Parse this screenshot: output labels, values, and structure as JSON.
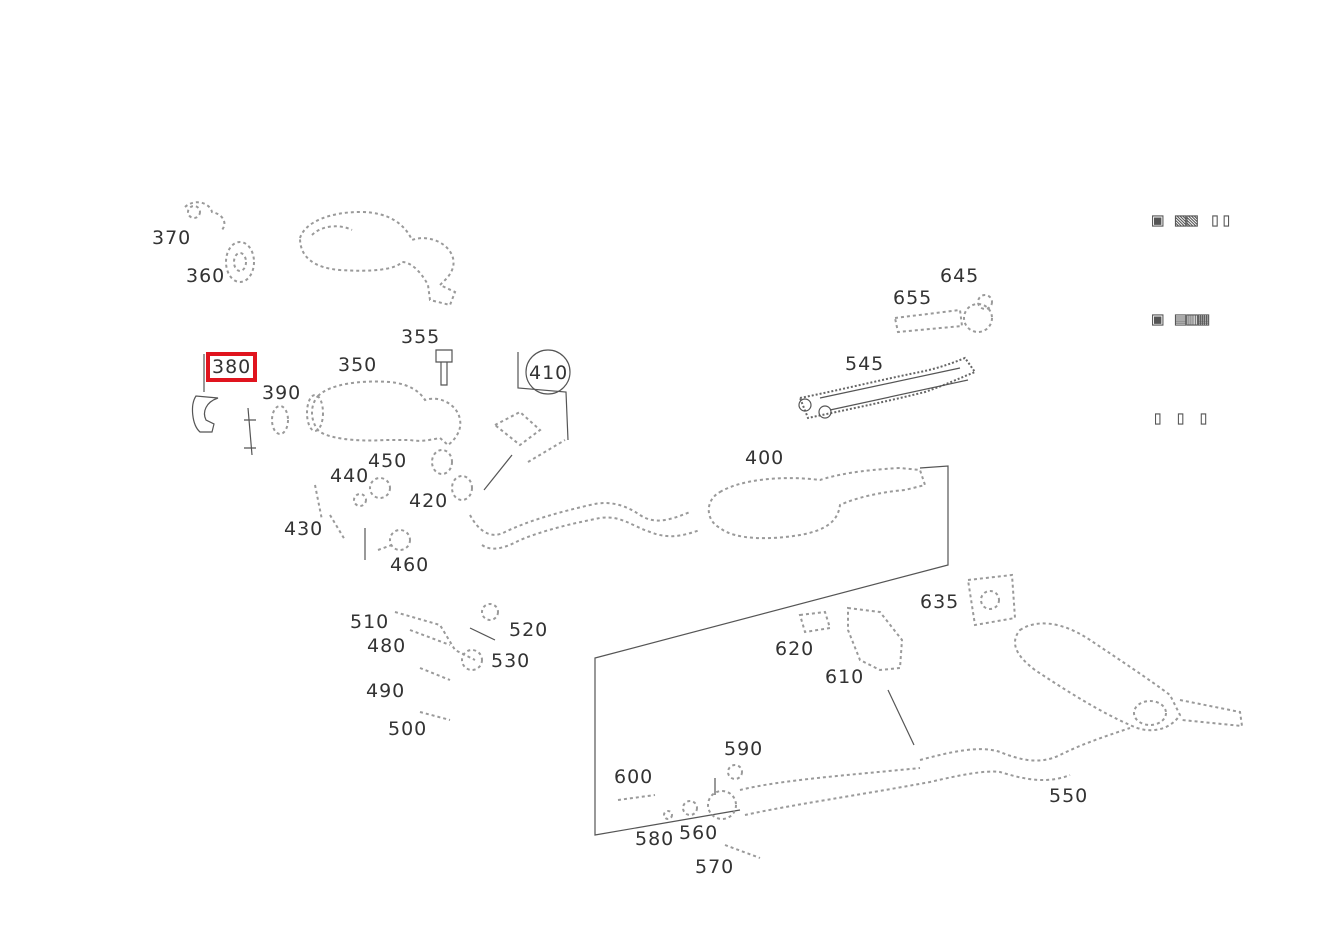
{
  "diagram": {
    "selected_part": "380",
    "legend_lines": [
      "▣ ▧▧ ▯▯",
      "▣ ▤▥▦",
      "▯ ▯ ▯"
    ],
    "labels": [
      {
        "id": "370",
        "text": "370"
      },
      {
        "id": "360",
        "text": "360"
      },
      {
        "id": "380",
        "text": "380"
      },
      {
        "id": "390",
        "text": "390"
      },
      {
        "id": "350",
        "text": "350"
      },
      {
        "id": "355",
        "text": "355"
      },
      {
        "id": "410",
        "text": "410"
      },
      {
        "id": "440",
        "text": "440"
      },
      {
        "id": "450",
        "text": "450"
      },
      {
        "id": "420",
        "text": "420"
      },
      {
        "id": "430",
        "text": "430"
      },
      {
        "id": "460",
        "text": "460"
      },
      {
        "id": "400",
        "text": "400"
      },
      {
        "id": "545",
        "text": "545"
      },
      {
        "id": "645",
        "text": "645"
      },
      {
        "id": "655",
        "text": "655"
      },
      {
        "id": "510",
        "text": "510"
      },
      {
        "id": "520",
        "text": "520"
      },
      {
        "id": "480",
        "text": "480"
      },
      {
        "id": "530",
        "text": "530"
      },
      {
        "id": "490",
        "text": "490"
      },
      {
        "id": "500",
        "text": "500"
      },
      {
        "id": "635",
        "text": "635"
      },
      {
        "id": "620",
        "text": "620"
      },
      {
        "id": "610",
        "text": "610"
      },
      {
        "id": "590",
        "text": "590"
      },
      {
        "id": "600",
        "text": "600"
      },
      {
        "id": "580",
        "text": "580"
      },
      {
        "id": "560",
        "text": "560"
      },
      {
        "id": "570",
        "text": "570"
      },
      {
        "id": "550",
        "text": "550"
      }
    ]
  }
}
